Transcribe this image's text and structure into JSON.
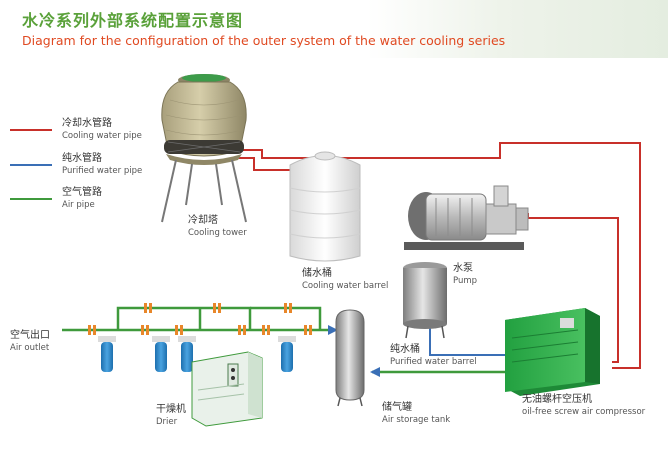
{
  "title": {
    "cn": "水冷系列外部系统配置示意图",
    "en": "Diagram for the configuration of the outer system of the water cooling series"
  },
  "legend": [
    {
      "cn": "冷却水管路",
      "en": "Cooling water pipe",
      "color": "#c8302a"
    },
    {
      "cn": "纯水管路",
      "en": "Purified water pipe",
      "color": "#3a6fb6"
    },
    {
      "cn": "空气管路",
      "en": "Air pipe",
      "color": "#3f9a3c"
    }
  ],
  "components": {
    "cooling_tower": {
      "cn": "冷却塔",
      "en": "Cooling tower"
    },
    "cooling_water_barrel": {
      "cn": "储水桶",
      "en": "Cooling water barrel"
    },
    "pump": {
      "cn": "水泵",
      "en": "Pump"
    },
    "purified_water_barrel": {
      "cn": "纯水桶",
      "en": "Purified water barrel"
    },
    "air_compressor": {
      "cn": "无油螺杆空压机",
      "en": "oil-free screw air compressor"
    },
    "air_storage_tank": {
      "cn": "储气罐",
      "en": "Air storage tank"
    },
    "drier": {
      "cn": "干燥机",
      "en": "Drier"
    },
    "air_outlet": {
      "cn": "空气出口",
      "en": "Air outlet"
    }
  },
  "colors": {
    "title_green": "#5aa13a",
    "title_red": "#e04a22",
    "cooling_pipe": "#c8302a",
    "purified_pipe": "#3a6fb6",
    "air_pipe": "#3f9a3c",
    "filter_blue": "#2f86c8",
    "compressor_green": "#2faa4a",
    "flange_orange": "#e8872a"
  }
}
